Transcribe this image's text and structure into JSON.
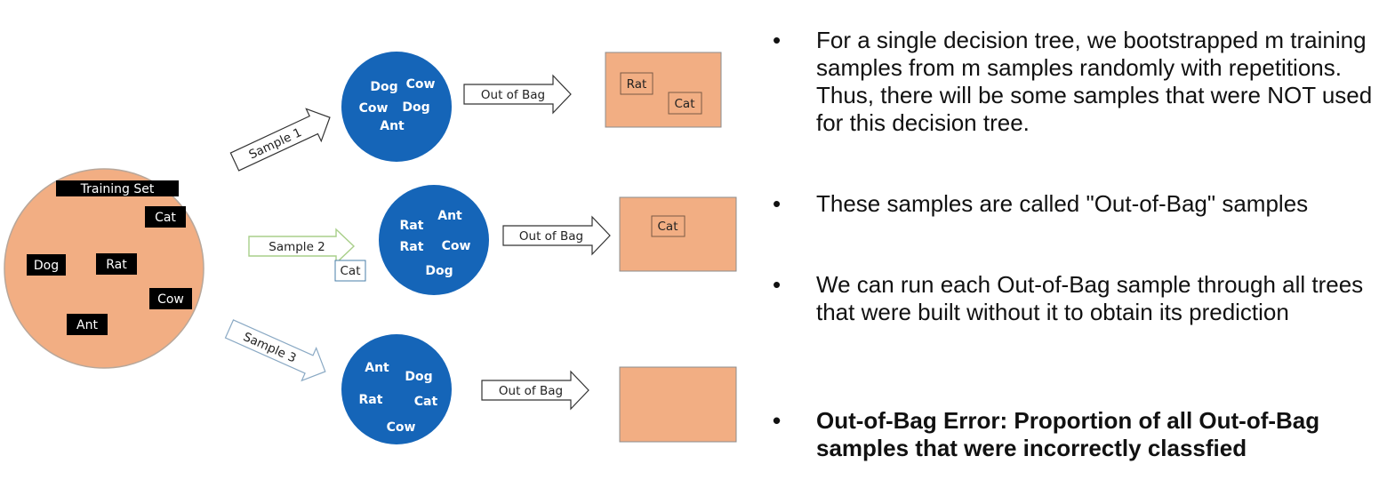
{
  "diagram": {
    "colors": {
      "peach": "#f2ae83",
      "blue": "#1565b8",
      "black": "#000000"
    },
    "training_set": {
      "title": "Training Set",
      "items": [
        "Cat",
        "Dog",
        "Rat",
        "Cow",
        "Ant"
      ]
    },
    "samples": [
      {
        "arrow_label": "Sample 1",
        "bag_items": [
          "Dog",
          "Cow",
          "Cow",
          "Dog",
          "Ant"
        ],
        "oob_arrow_label": "Out of Bag",
        "oob_items": [
          "Rat",
          "Cat"
        ]
      },
      {
        "arrow_label": "Sample 2",
        "extra_label": "Cat",
        "bag_items": [
          "Rat",
          "Ant",
          "Rat",
          "Cow",
          "Dog"
        ],
        "oob_arrow_label": "Out of Bag",
        "oob_items": [
          "Cat"
        ]
      },
      {
        "arrow_label": "Sample 3",
        "bag_items": [
          "Ant",
          "Dog",
          "Rat",
          "Cat",
          "Cow"
        ],
        "oob_arrow_label": "Out of Bag",
        "oob_items": []
      }
    ]
  },
  "bullets": [
    {
      "marker": "•",
      "text": "For a single decision tree, we bootstrapped m training samples from m samples randomly with repetitions. Thus, there will be some samples that were NOT used for this decision tree."
    },
    {
      "marker": "•",
      "text": "These samples are called \"Out-of-Bag\" samples"
    },
    {
      "marker": "•",
      "text": "We can run each Out-of-Bag sample through all trees that were built without it to obtain its prediction"
    },
    {
      "marker": "•",
      "text": "Out-of-Bag Error: Proportion of all Out-of-Bag samples that were incorrectly classfied"
    }
  ]
}
